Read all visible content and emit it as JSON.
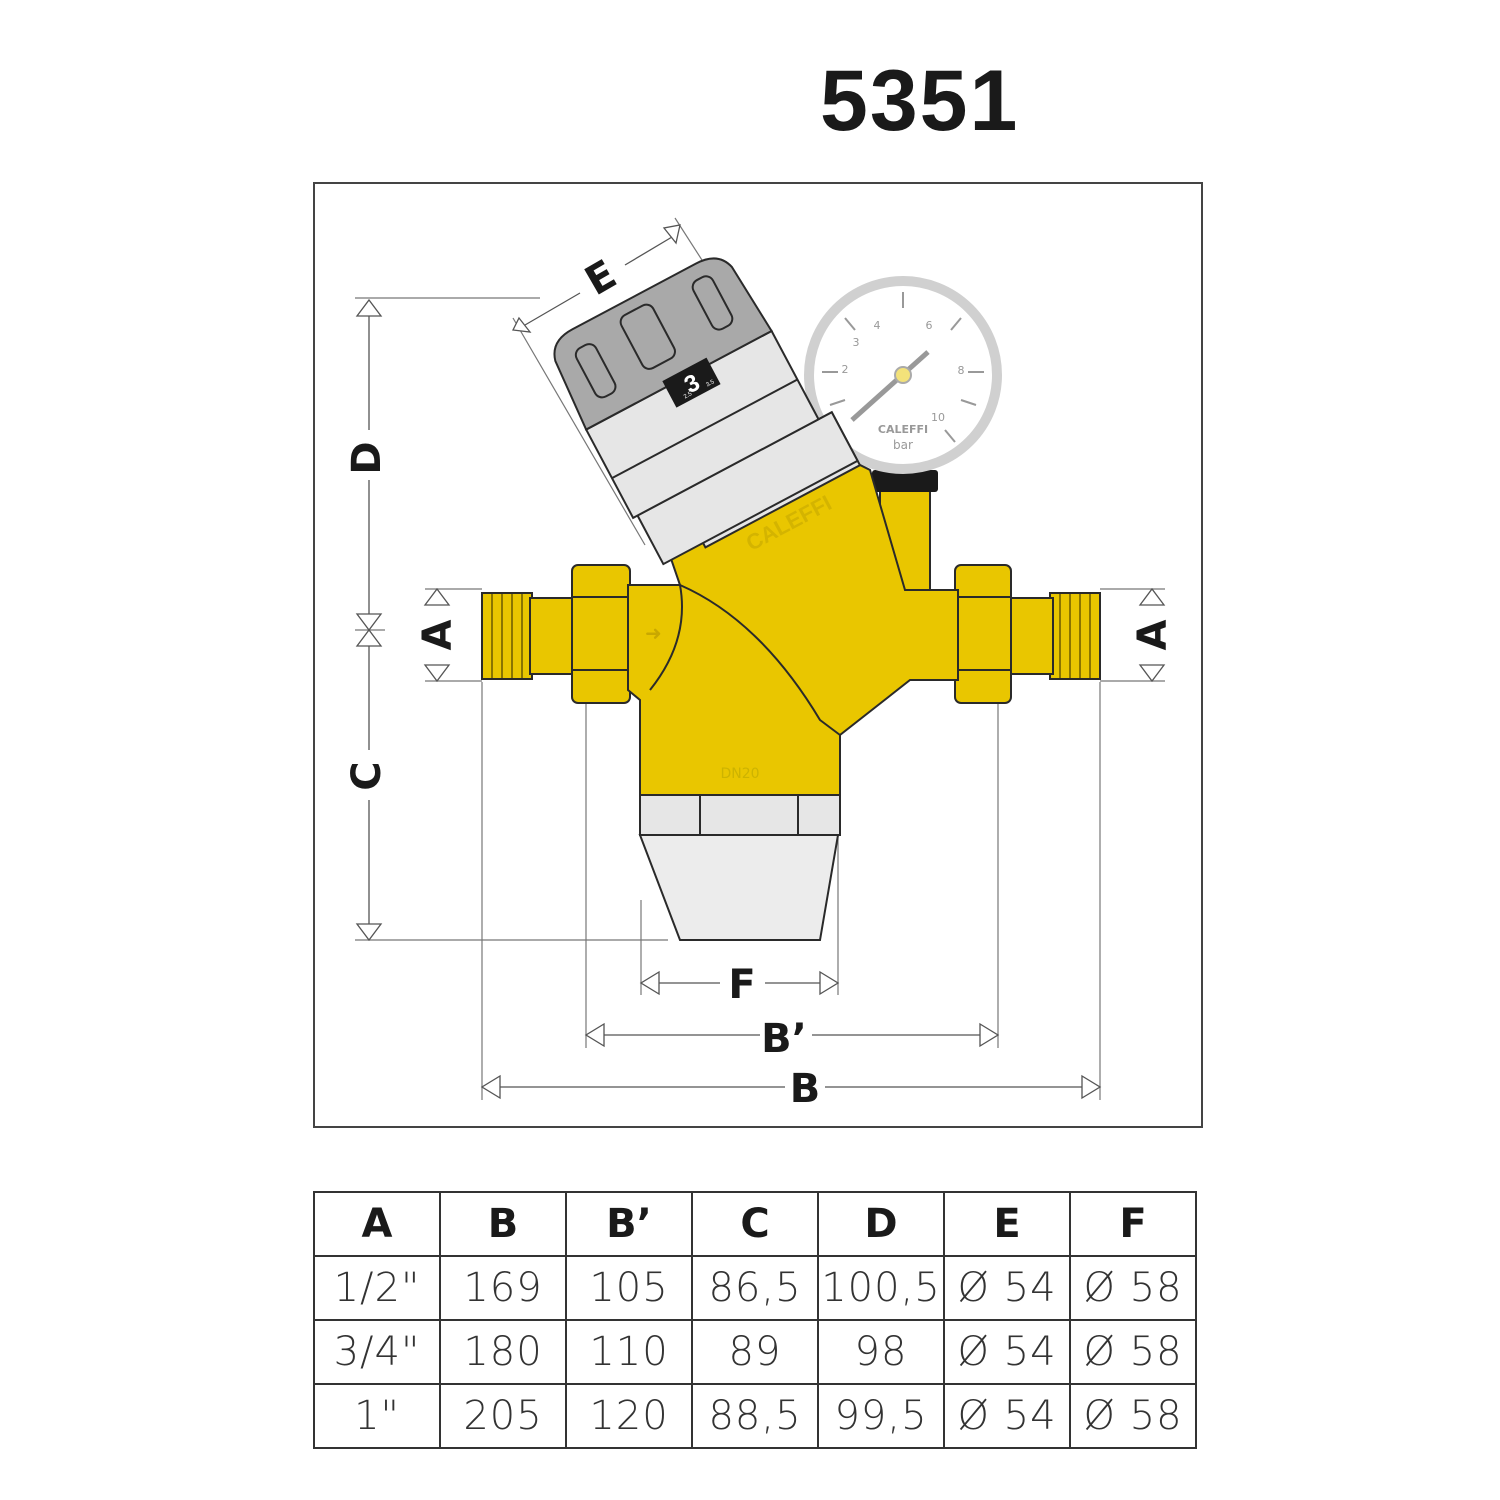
{
  "title": "5351",
  "labels": {
    "A": "A",
    "B": "B",
    "B_prime": "B’",
    "C": "C",
    "D": "D",
    "E": "E",
    "F": "F"
  },
  "valve": {
    "brand_body": "CALEFFI",
    "size_mark": "DN20",
    "knob_setting": "3",
    "knob_side_marks": [
      "2.5",
      "3.5"
    ]
  },
  "gauge": {
    "ticks": [
      "2",
      "3",
      "4",
      "6",
      "8",
      "10"
    ],
    "brand": "CALEFFI",
    "unit": "bar",
    "reading": 0
  },
  "colors": {
    "body": "#E9C600",
    "chrome": "#e6e6e6",
    "knob": "#a9a9a9"
  },
  "table": {
    "headers": [
      "A",
      "B",
      "B’",
      "C",
      "D",
      "E",
      "F"
    ],
    "rows": [
      [
        "1/2\"",
        "169",
        "105",
        "86,5",
        "100,5",
        "Ø 54",
        "Ø 58"
      ],
      [
        "3/4\"",
        "180",
        "110",
        "89",
        "98",
        "Ø 54",
        "Ø 58"
      ],
      [
        "1\"",
        "205",
        "120",
        "88,5",
        "99,5",
        "Ø 54",
        "Ø 58"
      ]
    ]
  }
}
